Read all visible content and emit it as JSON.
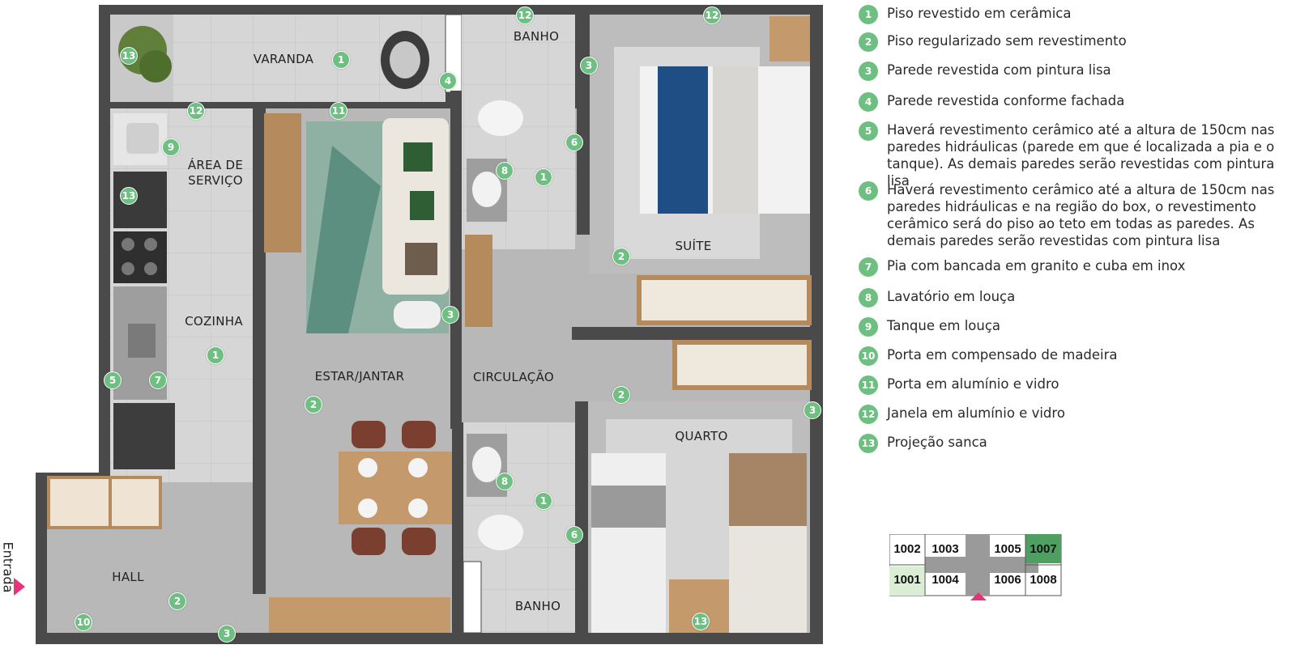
{
  "rooms": {
    "varanda": "VARANDA",
    "banho_top": "BANHO",
    "area_servico": "ÁREA DE\nSERVIÇO",
    "suite": "SUÍTE",
    "cozinha": "COZINHA",
    "estar_jantar": "ESTAR/JANTAR",
    "circulacao": "CIRCULAÇÃO",
    "quarto": "QUARTO",
    "hall": "HALL",
    "banho_bottom": "BANHO"
  },
  "entrance": {
    "label": "Entrada",
    "arrow_color": "#e6337a"
  },
  "plan_markers": [
    {
      "id": "m-12-a",
      "label": "12"
    },
    {
      "id": "m-12-b",
      "label": "12"
    },
    {
      "id": "m-13-a",
      "label": "13"
    },
    {
      "id": "m-1-a",
      "label": "1"
    },
    {
      "id": "m-4-a",
      "label": "4"
    },
    {
      "id": "m-3-a",
      "label": "3"
    },
    {
      "id": "m-12-c",
      "label": "12"
    },
    {
      "id": "m-11-a",
      "label": "11"
    },
    {
      "id": "m-9-a",
      "label": "9"
    },
    {
      "id": "m-6-a",
      "label": "6"
    },
    {
      "id": "m-8-a",
      "label": "8"
    },
    {
      "id": "m-1-b",
      "label": "1"
    },
    {
      "id": "m-13-b",
      "label": "13"
    },
    {
      "id": "m-2-a",
      "label": "2"
    },
    {
      "id": "m-3-b",
      "label": "3"
    },
    {
      "id": "m-1-c",
      "label": "1"
    },
    {
      "id": "m-5-a",
      "label": "5"
    },
    {
      "id": "m-7-a",
      "label": "7"
    },
    {
      "id": "m-2-b",
      "label": "2"
    },
    {
      "id": "m-2-c",
      "label": "2"
    },
    {
      "id": "m-3-c",
      "label": "3"
    },
    {
      "id": "m-8-b",
      "label": "8"
    },
    {
      "id": "m-1-d",
      "label": "1"
    },
    {
      "id": "m-6-b",
      "label": "6"
    },
    {
      "id": "m-2-d",
      "label": "2"
    },
    {
      "id": "m-10-a",
      "label": "10"
    },
    {
      "id": "m-3-d",
      "label": "3"
    },
    {
      "id": "m-13-c",
      "label": "13"
    }
  ],
  "legend": [
    {
      "num": "1",
      "text": "Piso revestido em cerâmica"
    },
    {
      "num": "2",
      "text": "Piso regularizado sem revestimento"
    },
    {
      "num": "3",
      "text": "Parede revestida com pintura lisa"
    },
    {
      "num": "4",
      "text": "Parede revestida conforme fachada"
    },
    {
      "num": "5",
      "text": "Haverá revestimento cerâmico até a altura de 150cm nas paredes hidráulicas (parede em que é localizada a pia e o tanque). As demais paredes serão revestidas com pintura lisa"
    },
    {
      "num": "6",
      "text": "Haverá revestimento cerâmico até a altura de 150cm nas paredes hidráulicas e na região do box, o revestimento cerâmico será do piso ao teto em todas as paredes. As demais paredes serão revestidas com pintura lisa"
    },
    {
      "num": "7",
      "text": "Pia com bancada em granito e cuba em inox"
    },
    {
      "num": "8",
      "text": "Lavatório em louça"
    },
    {
      "num": "9",
      "text": "Tanque em louça"
    },
    {
      "num": "10",
      "text": "Porta em compensado de madeira"
    },
    {
      "num": "11",
      "text": "Porta em alumínio e vidro"
    },
    {
      "num": "12",
      "text": "Janela em alumínio e vidro"
    },
    {
      "num": "13",
      "text": "Projeção sanca"
    }
  ],
  "keyplan": {
    "units": [
      "1002",
      "1003",
      "1005",
      "1007",
      "1001",
      "1004",
      "1006",
      "1008"
    ],
    "highlight_dark": "1007",
    "highlight_light": "1001",
    "colors": {
      "dark": "#4e9f62",
      "light": "#d9eed5",
      "arrow": "#e6337a"
    }
  },
  "colors": {
    "marker": "#6fbf82",
    "wall": "#4a4a4a",
    "floor": "#b9b9b9",
    "tile": "#d3d3d3"
  }
}
